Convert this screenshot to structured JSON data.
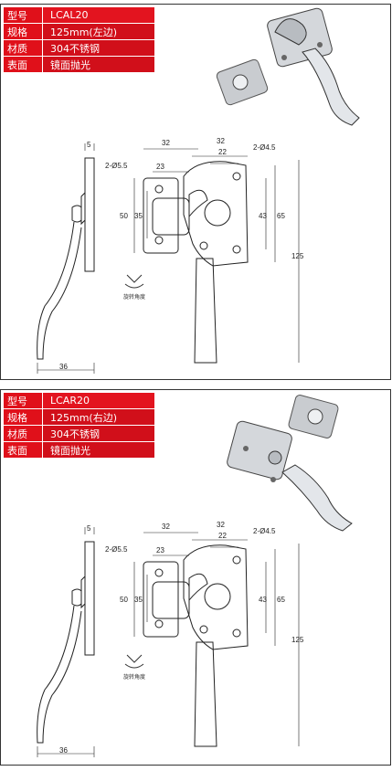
{
  "panels": [
    {
      "spec": [
        {
          "key": "型号",
          "value": "LCAL20"
        },
        {
          "key": "规格",
          "value": "125mm(左边)"
        },
        {
          "key": "材质",
          "value": "304不锈钢"
        },
        {
          "key": "表面",
          "value": "镜面抛光"
        }
      ],
      "dims": {
        "d5": "5",
        "d32a": "32",
        "d32b": "32",
        "d22": "22",
        "hole_right": "2-Ø4.5",
        "hole_left": "2-Ø5.5",
        "d23": "23",
        "d50": "50",
        "d35": "35",
        "d43": "43",
        "d65": "65",
        "d125": "125",
        "d36": "36",
        "rotation": "旋转角度"
      }
    },
    {
      "spec": [
        {
          "key": "型号",
          "value": "LCAR20"
        },
        {
          "key": "规格",
          "value": "125mm(右边)"
        },
        {
          "key": "材质",
          "value": "304不锈钢"
        },
        {
          "key": "表面",
          "value": "镜面抛光"
        }
      ],
      "dims": {
        "d5": "5",
        "d32a": "32",
        "d32b": "32",
        "d22": "22",
        "hole_right": "2-Ø4.5",
        "hole_left": "2-Ø5.5",
        "d23": "23",
        "d50": "50",
        "d35": "35",
        "d43": "43",
        "d65": "65",
        "d125": "125",
        "d36": "36",
        "rotation": "旋转角度"
      }
    }
  ]
}
